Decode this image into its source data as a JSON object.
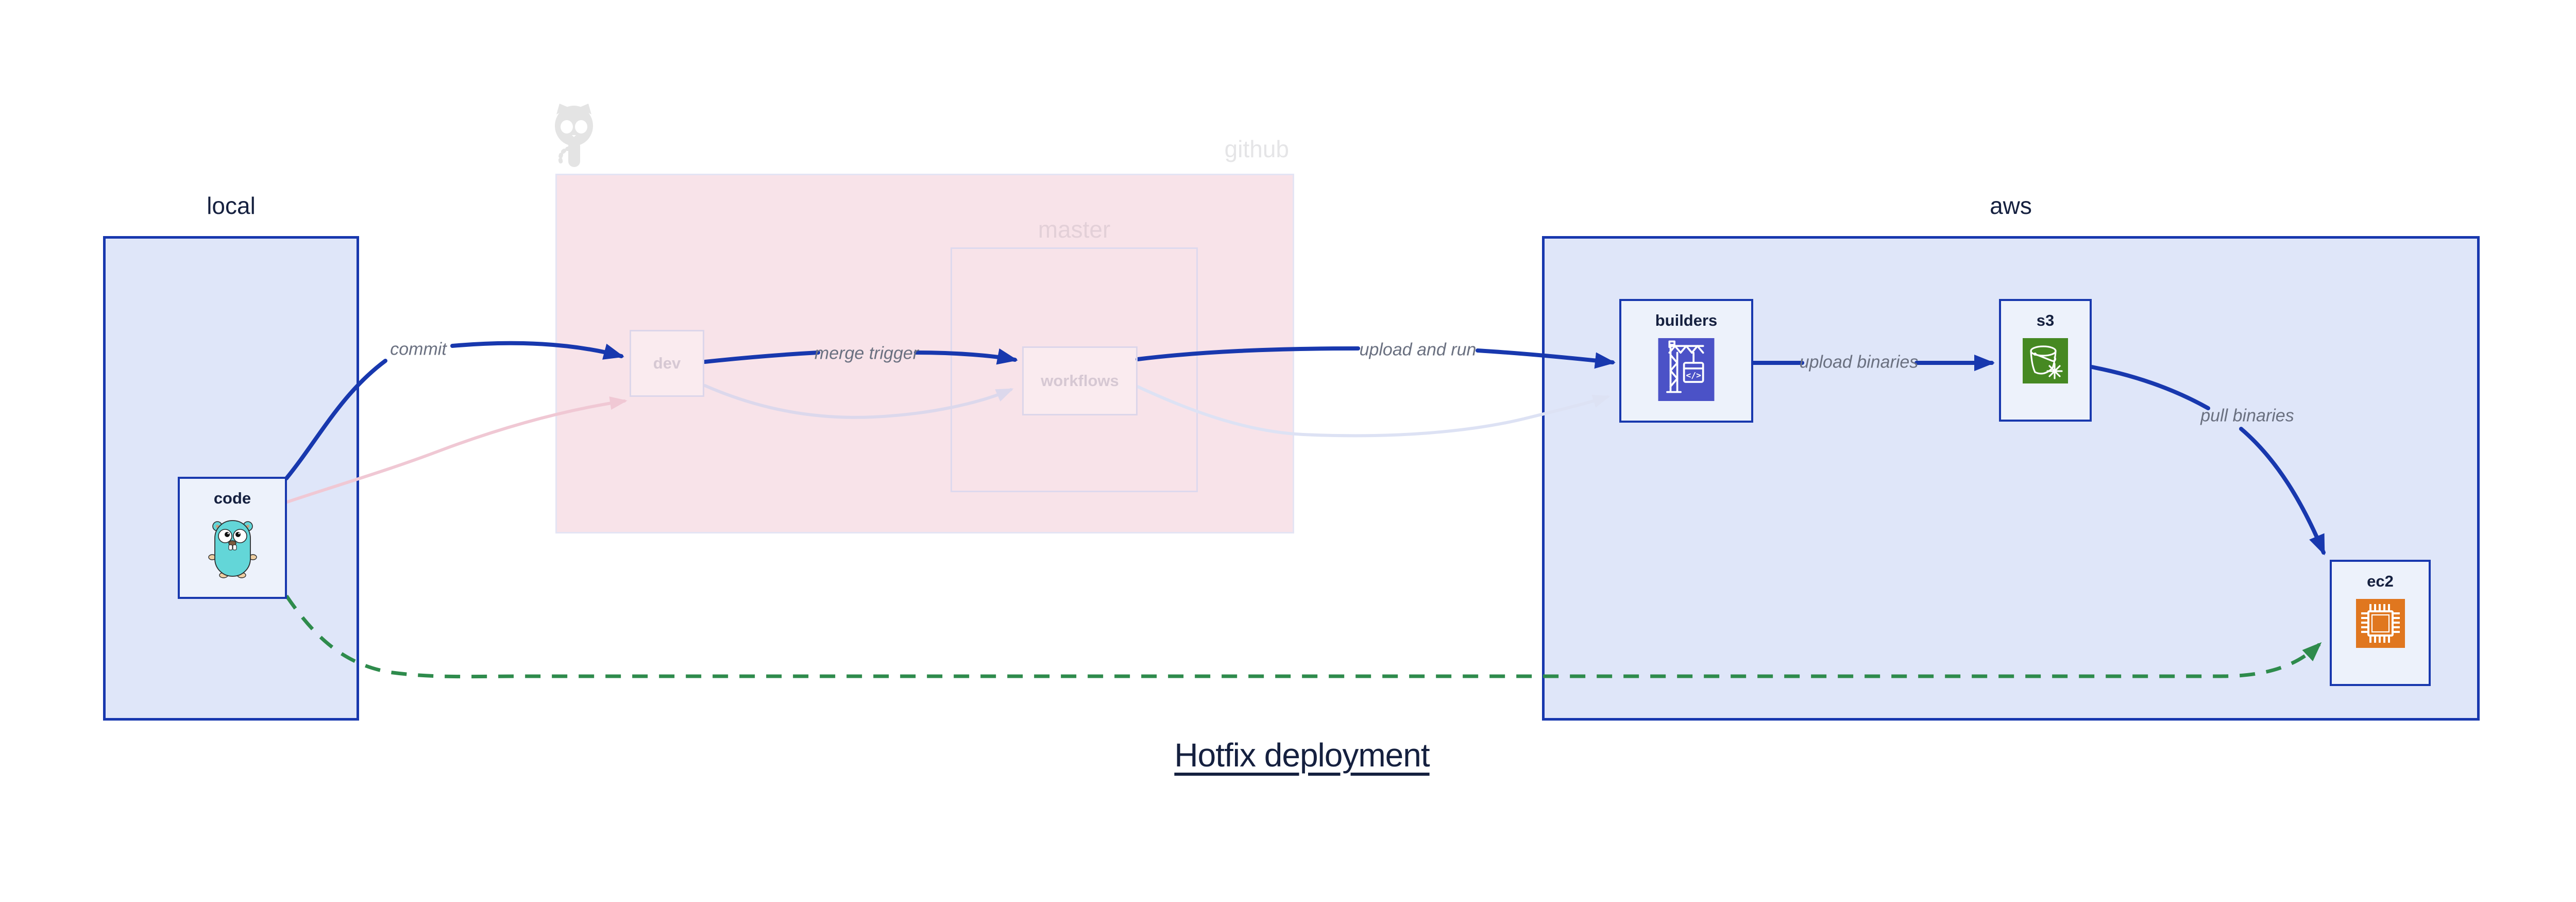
{
  "diagram_title": "Hotfix deployment",
  "groups": {
    "local": {
      "label": "local"
    },
    "github": {
      "label": "github",
      "branch_label": "master",
      "watermark_icon": "github-octocat-icon",
      "state": "faded"
    },
    "aws": {
      "label": "aws"
    }
  },
  "nodes": {
    "code": {
      "label": "code",
      "icon": "go-gopher-icon",
      "group": "local",
      "state": "highlighted"
    },
    "dev": {
      "label": "dev",
      "group": "github",
      "state": "faded"
    },
    "workflows": {
      "label": "workflows",
      "group": "github/master",
      "state": "faded"
    },
    "builders": {
      "label": "builders",
      "icon": "aws-codebuild-icon",
      "group": "aws",
      "state": "highlighted"
    },
    "s3": {
      "label": "s3",
      "icon": "aws-s3-glacier-icon",
      "group": "aws",
      "state": "highlighted"
    },
    "ec2": {
      "label": "ec2",
      "icon": "aws-ec2-icon",
      "group": "aws",
      "state": "highlighted"
    }
  },
  "edges": [
    {
      "id": "commit",
      "label": "commit",
      "from": "code",
      "to": "dev",
      "style": "solid",
      "color": "#1838ae"
    },
    {
      "id": "merge-trigger",
      "label": "merge trigger",
      "from": "dev",
      "to": "workflows",
      "style": "solid",
      "color": "#1838ae"
    },
    {
      "id": "upload-and-run",
      "label": "upload and run",
      "from": "workflows",
      "to": "builders",
      "style": "solid",
      "color": "#1838ae"
    },
    {
      "id": "upload-binaries",
      "label": "upload binaries",
      "from": "builders",
      "to": "s3",
      "style": "solid",
      "color": "#1838ae"
    },
    {
      "id": "pull-binaries",
      "label": "pull binaries",
      "from": "s3",
      "to": "ec2",
      "style": "solid",
      "color": "#1838ae"
    },
    {
      "id": "hotfix-direct-deploy",
      "label": "",
      "from": "code",
      "to": "ec2",
      "style": "dashed",
      "color": "#2e8b4c"
    },
    {
      "id": "code-to-dev-faded",
      "label": "",
      "from": "code",
      "to": "dev",
      "style": "solid-faded",
      "color": "#f0c8d4"
    },
    {
      "id": "dev-to-workflows-faded",
      "label": "",
      "from": "dev",
      "to": "workflows",
      "style": "solid-faded",
      "color": "#dcd8ec"
    },
    {
      "id": "workflows-to-builders-faded",
      "label": "",
      "from": "workflows",
      "to": "builders",
      "style": "solid-faded",
      "color": "#dde2f4"
    }
  ],
  "colors": {
    "emphasis_blue": "#1838ae",
    "hotfix_green": "#2e8b4c",
    "faded_pink_edge": "#f0c8d4",
    "faded_lavender_edge": "#dcd8ec",
    "local_aws_fill": "#dfe6f9",
    "github_fill": "#f8e3e9",
    "node_fill": "#edf2fb",
    "dark_text": "#15203f",
    "edge_label_text": "#6a7080",
    "faded_node_text": "#d6c8d3",
    "github_watermark": "#e4e4e4",
    "codebuild_icon_bg": "#4b52c7",
    "s3_glacier_icon_bg": "#468922",
    "ec2_icon_bg": "#e0771f",
    "gopher_teal": "#63d6d8"
  }
}
